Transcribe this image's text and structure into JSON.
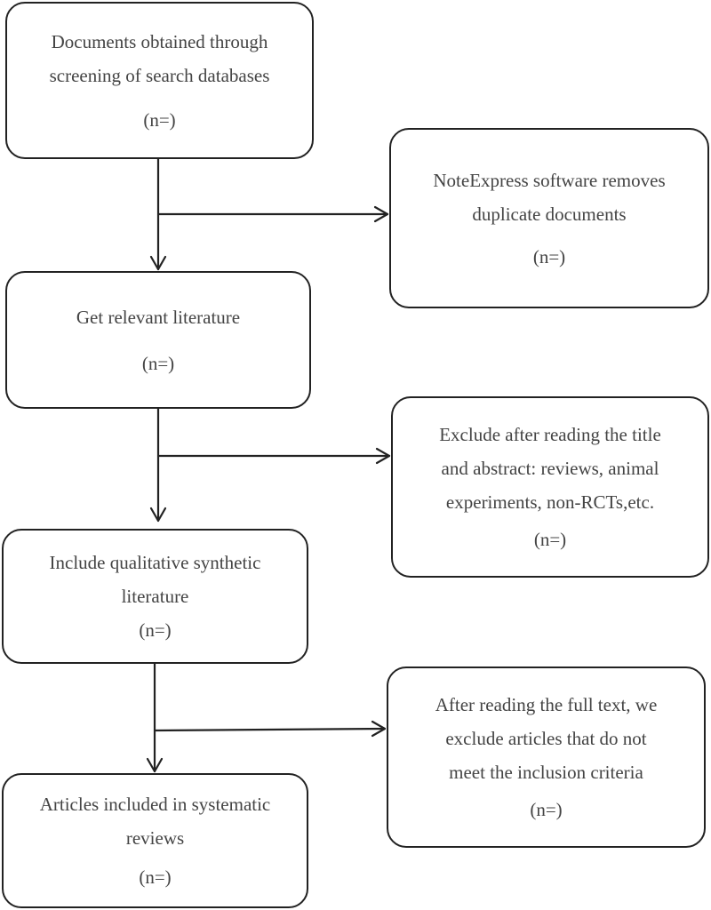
{
  "flow": {
    "main": [
      {
        "lines": [
          "Documents obtained through",
          "screening of search databases"
        ],
        "count": "(n=)"
      },
      {
        "lines": [
          "Get relevant literature"
        ],
        "count": "(n=)"
      },
      {
        "lines": [
          "Include qualitative synthetic",
          "literature"
        ],
        "count": "(n=)"
      },
      {
        "lines": [
          "Articles included in systematic",
          "reviews"
        ],
        "count": "(n=)"
      }
    ],
    "side": [
      {
        "lines": [
          "NoteExpress software removes",
          "duplicate documents"
        ],
        "count": "(n=)"
      },
      {
        "lines": [
          "Exclude after reading the title",
          "and abstract: reviews, animal",
          "experiments, non-RCTs,etc."
        ],
        "count": "(n=)"
      },
      {
        "lines": [
          "After reading the full text, we",
          "exclude articles that do not",
          "meet the inclusion criteria"
        ],
        "count": "(n=)"
      }
    ]
  }
}
